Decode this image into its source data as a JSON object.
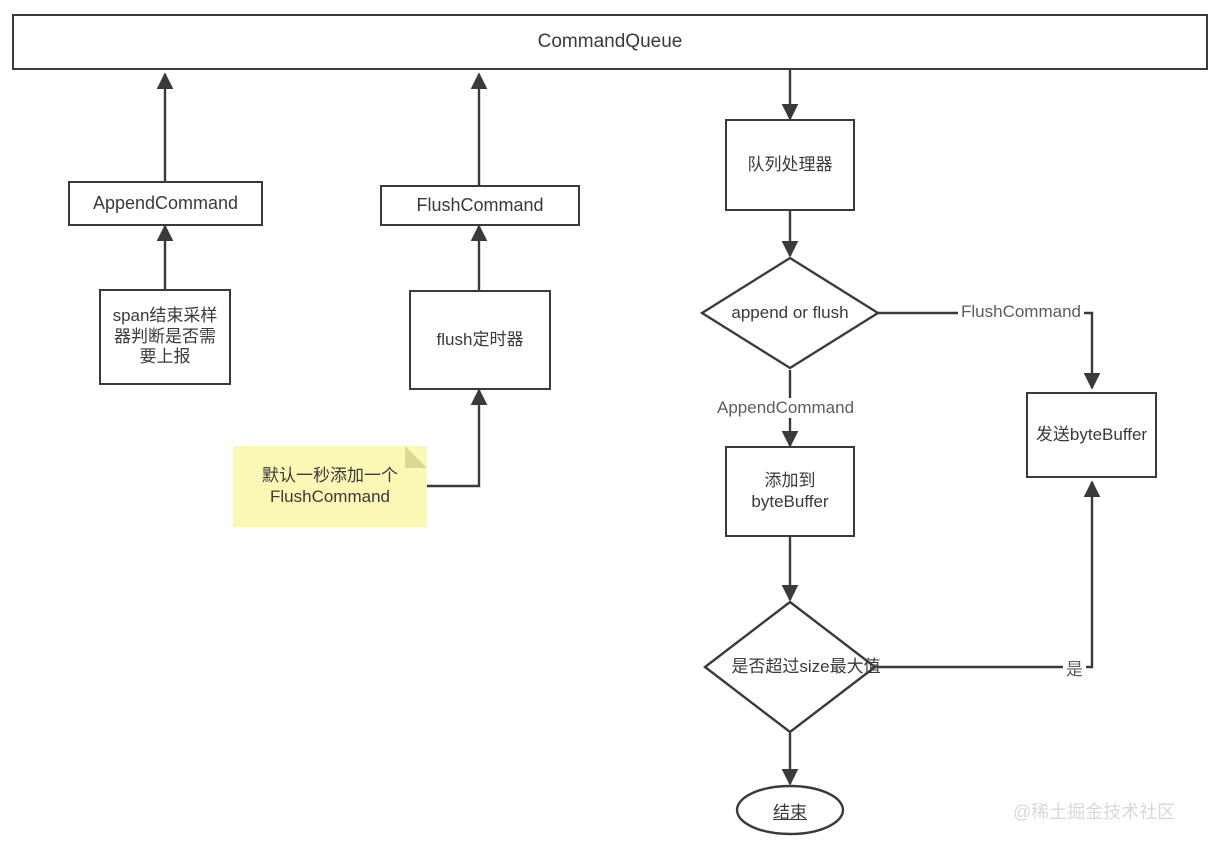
{
  "diagram": {
    "title_bar": {
      "label": "CommandQueue"
    },
    "nodes": {
      "append_command": "AppendCommand",
      "flush_command": "FlushCommand",
      "span_sampler": "span结束采样器判断是否需要上报",
      "flush_timer": "flush定时器",
      "note": "默认一秒添加一个FlushCommand",
      "queue_processor": "队列处理器",
      "decision_append_or_flush": "append or flush",
      "add_to_bytebuffer": "添加到byteBuffer",
      "send_bytebuffer": "发送byteBuffer",
      "decision_size_max": "是否超过size最大值",
      "end": "结束"
    },
    "edge_labels": {
      "flush_command": "FlushCommand",
      "append_command": "AppendCommand",
      "yes": "是"
    },
    "watermark": "@稀土掘金技术社区",
    "colors": {
      "stroke": "#3a3a3a",
      "note_fill": "#fbf8b6",
      "note_fold": "#dcd88f",
      "text": "#3a3a3a",
      "edge_label_text": "#5d5d5d",
      "watermark": "#d8d8d8",
      "background": "#ffffff"
    }
  }
}
